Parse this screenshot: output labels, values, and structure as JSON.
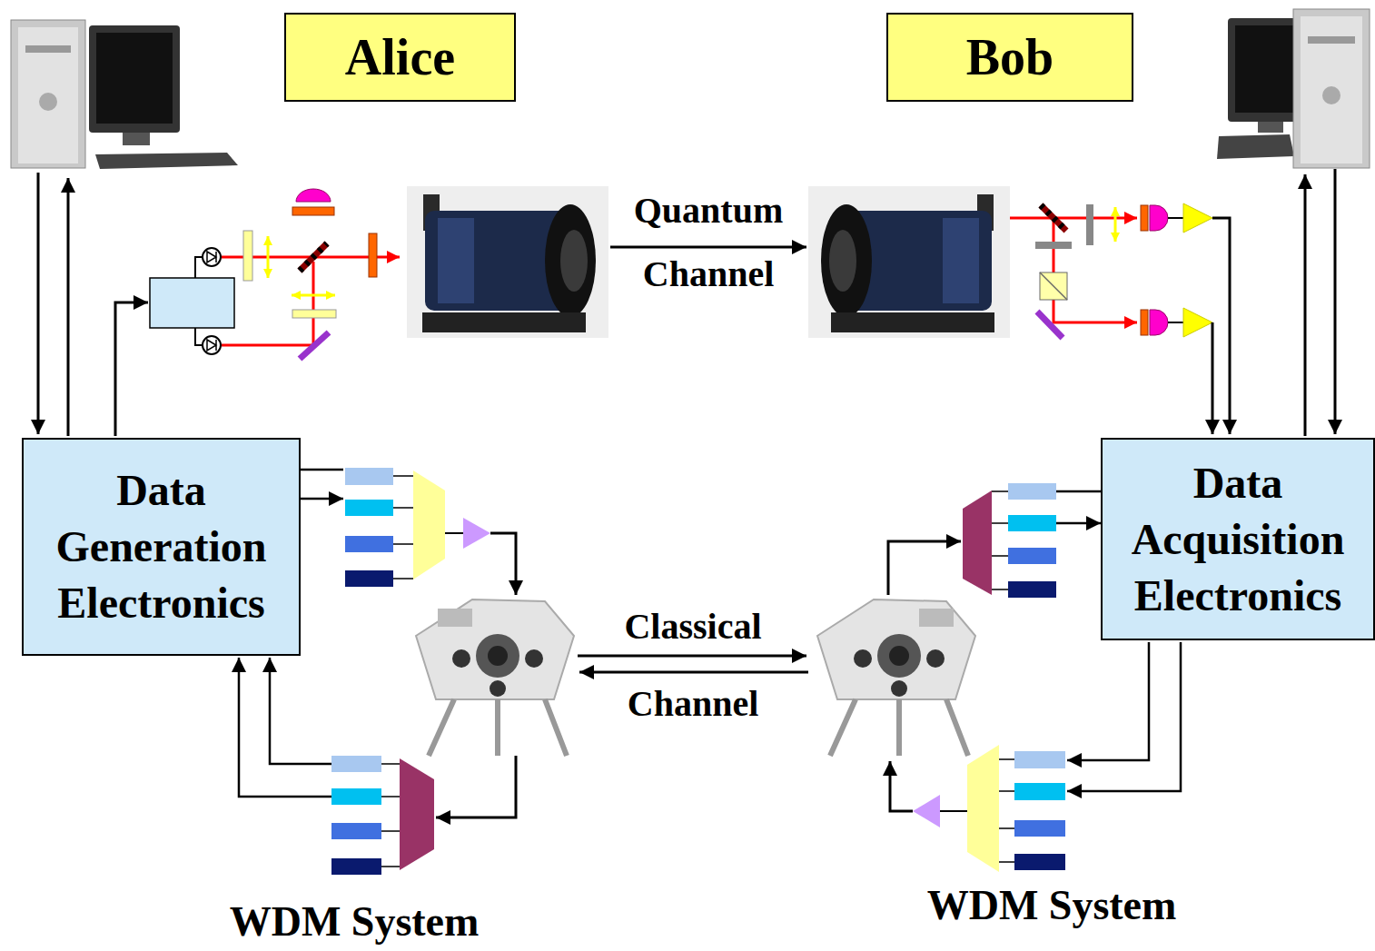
{
  "diagram": {
    "nodes": [
      {
        "text": [
          "Alice"
        ]
      },
      {
        "text": [
          "Bob"
        ]
      },
      {
        "text": [
          "Data Generation Electronics"
        ]
      },
      {
        "text": [
          "Data Acquisition Electronics"
        ]
      }
    ],
    "labels": [
      "Quantum Channel",
      "Classical Channel",
      "WDM System",
      "WDM System"
    ]
  }
}
